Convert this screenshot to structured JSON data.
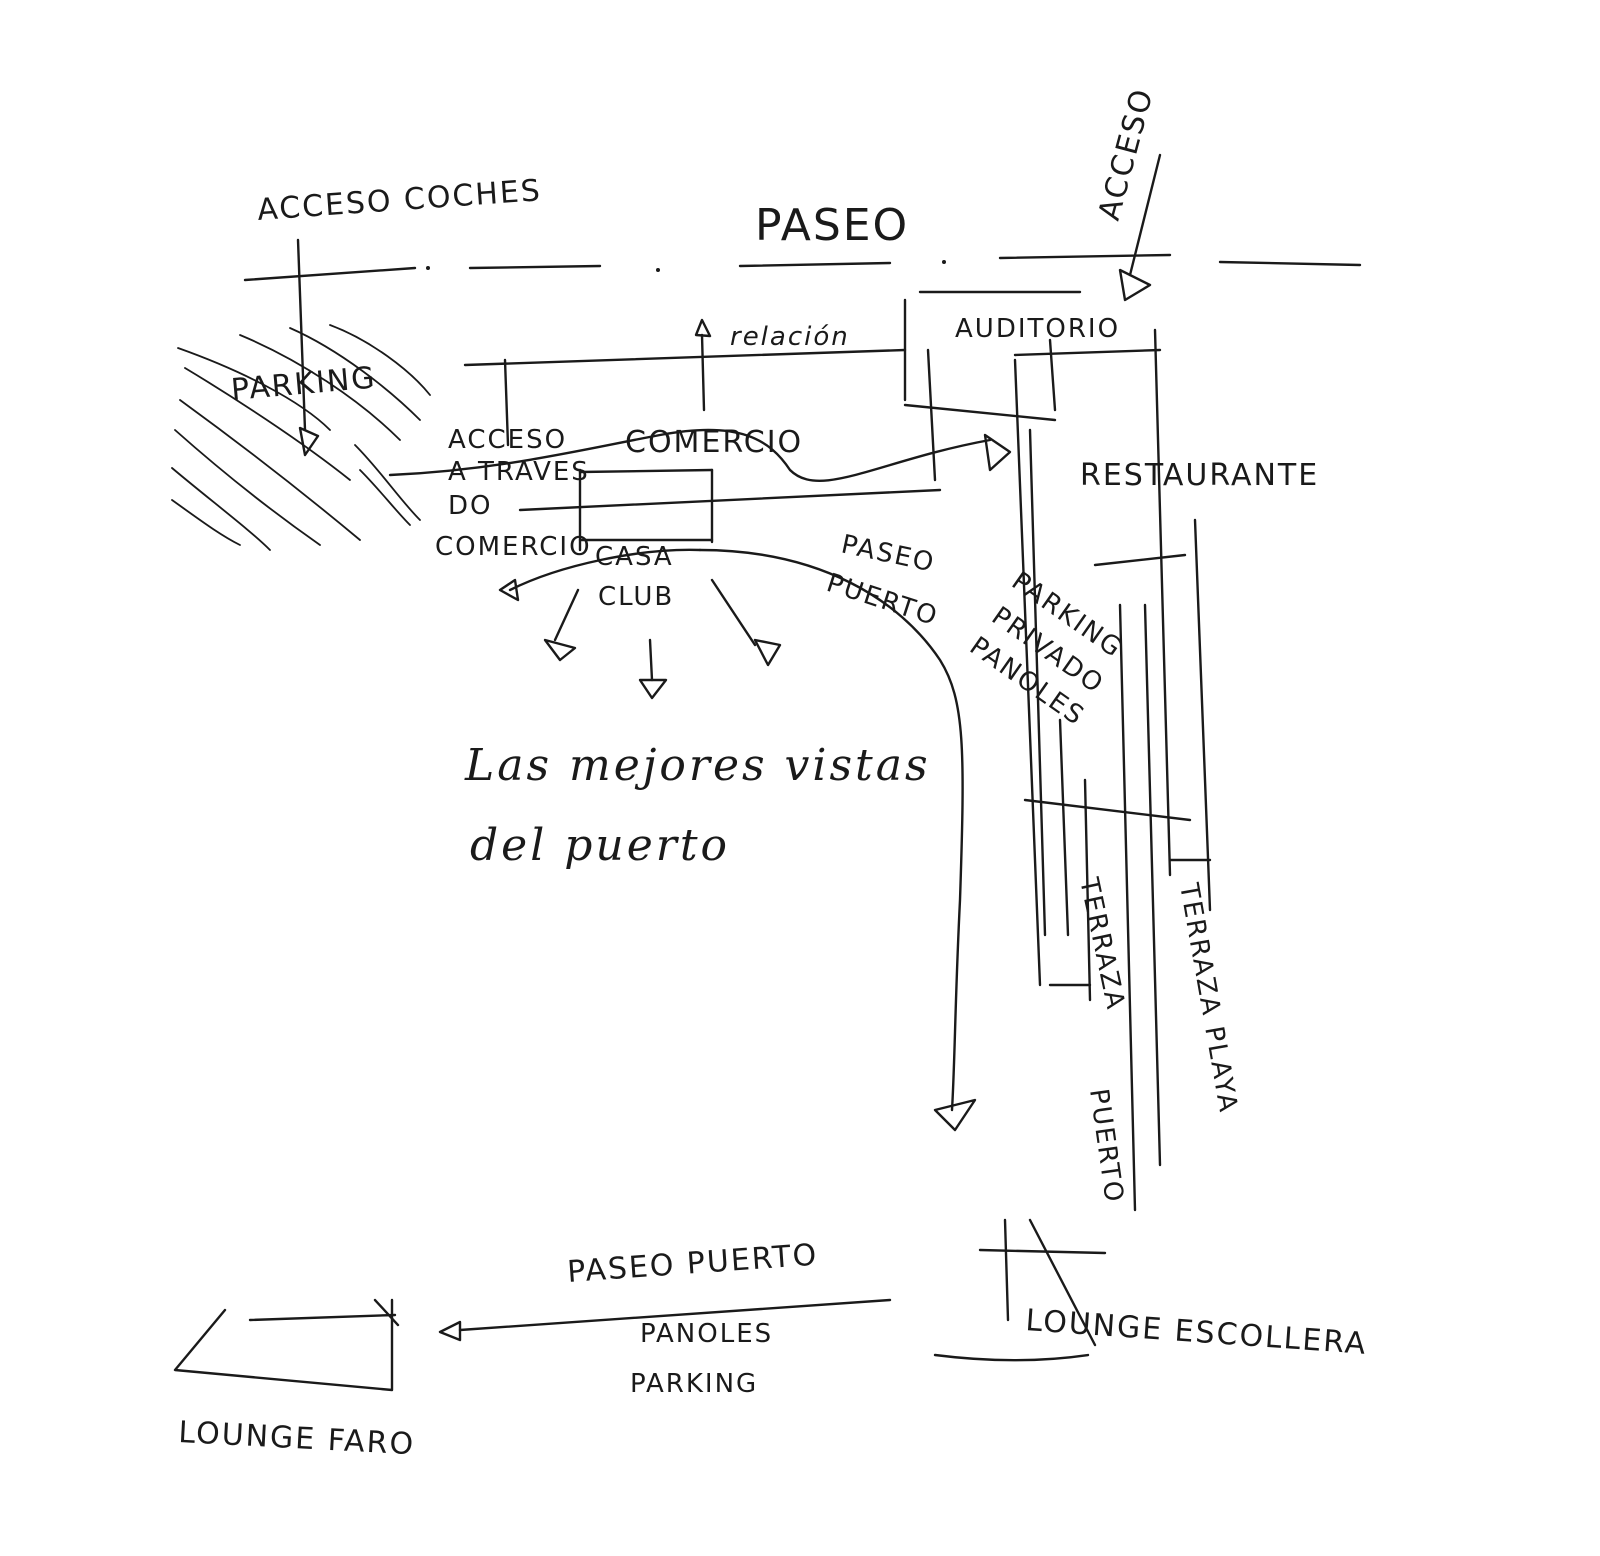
{
  "labels": {
    "acceso_coches": "ACCESO COCHES",
    "paseo": "PASEO",
    "acceso_top": "ACCESO",
    "relacion": "relación",
    "auditorio": "AUDITORIO",
    "parking": "PARKING",
    "acceso_a_traves_1": "ACCESO",
    "acceso_a_traves_2": "A TRAVES",
    "acceso_a_traves_3": "DO",
    "acceso_a_traves_4": "COMERCIO",
    "comercio": "COMERCIO",
    "restaurante": "RESTAURANTE",
    "casa_club_1": "CASA",
    "casa_club_2": "CLUB",
    "paseo_puerto_1": "PASEO",
    "paseo_puerto_2": "PUERTO",
    "parking_privado_1": "PARKING",
    "parking_privado_2": "PRIVADO",
    "parking_privado_3": "PANOLES",
    "mejores_vistas_1": "Las mejores vistas",
    "mejores_vistas_2": "del puerto",
    "terraza_puerto_1": "TERRAZA",
    "terraza_puerto_2": "PUERTO",
    "terraza_playa": "TERRAZA PLAYA",
    "paseo_puerto_bottom": "PASEO PUERTO",
    "panoles": "PANOLES",
    "parking_bottom": "PARKING",
    "lounge_escollera": "LOUNGE ESCOLLERA",
    "lounge_faro": "LOUNGE FARO"
  }
}
